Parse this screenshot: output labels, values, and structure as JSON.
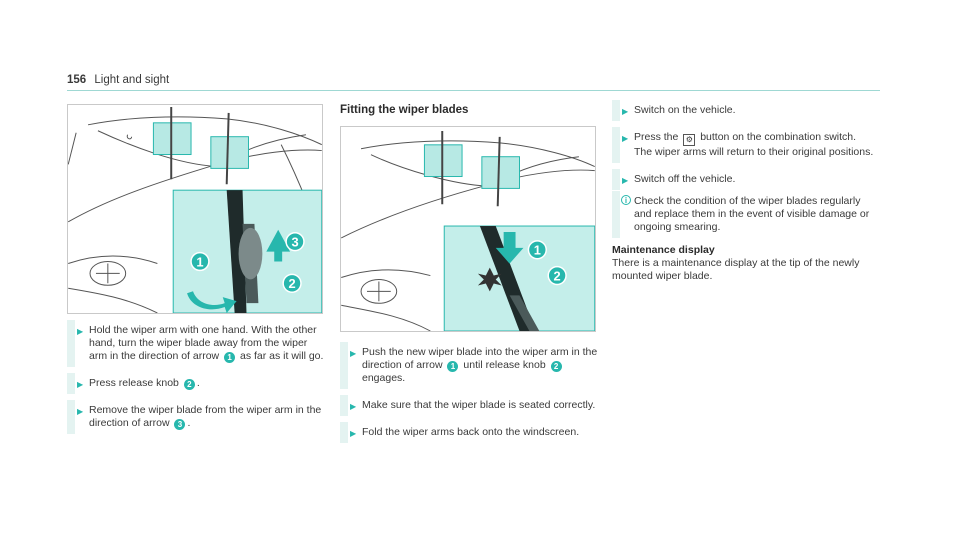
{
  "header": {
    "page_number": "156",
    "section": "Light and sight"
  },
  "figure_left": {
    "callouts": [
      "1",
      "2",
      "3"
    ]
  },
  "figure_middle": {
    "callouts": [
      "1",
      "2"
    ]
  },
  "left_column": {
    "step1": {
      "a": "Hold the wiper arm with one hand. With the other hand, turn the wiper blade away from the wiper arm in the direction of arrow",
      "badge": "1",
      "b": "as far as it will go."
    },
    "step2": {
      "a": "Press release knob",
      "badge": "2",
      "b": "."
    },
    "step3": {
      "a": "Remove the wiper blade from the wiper arm in the direction of arrow",
      "badge": "3",
      "b": "."
    }
  },
  "middle_column": {
    "title": "Fitting the wiper blades",
    "step1": {
      "a": "Push the new wiper blade into the wiper arm in the direction of arrow",
      "badge1": "1",
      "b": "until release knob",
      "badge2": "2",
      "c": "engages."
    },
    "step2": {
      "text": "Make sure that the wiper blade is seated correctly."
    },
    "step3": {
      "text": "Fold the wiper arms back onto the windscreen."
    }
  },
  "right_column": {
    "step1": {
      "text": "Switch on the vehicle."
    },
    "step2": {
      "a": "Press the",
      "symbol": "⚙",
      "b": "button on the combination switch.",
      "c": "The wiper arms will return to their original positions."
    },
    "step3": {
      "text": "Switch off the vehicle."
    },
    "note": {
      "text": "Check the condition of the wiper blades regularly and replace them in the event of visible damage or ongoing smearing."
    },
    "maintenance": {
      "title": "Maintenance display",
      "text": "There is a maintenance display at the tip of the newly mounted wiper blade."
    }
  },
  "colors": {
    "accent": "#27b7ad",
    "highlight": "#b7e9e4",
    "panel": "#c4eeea"
  }
}
